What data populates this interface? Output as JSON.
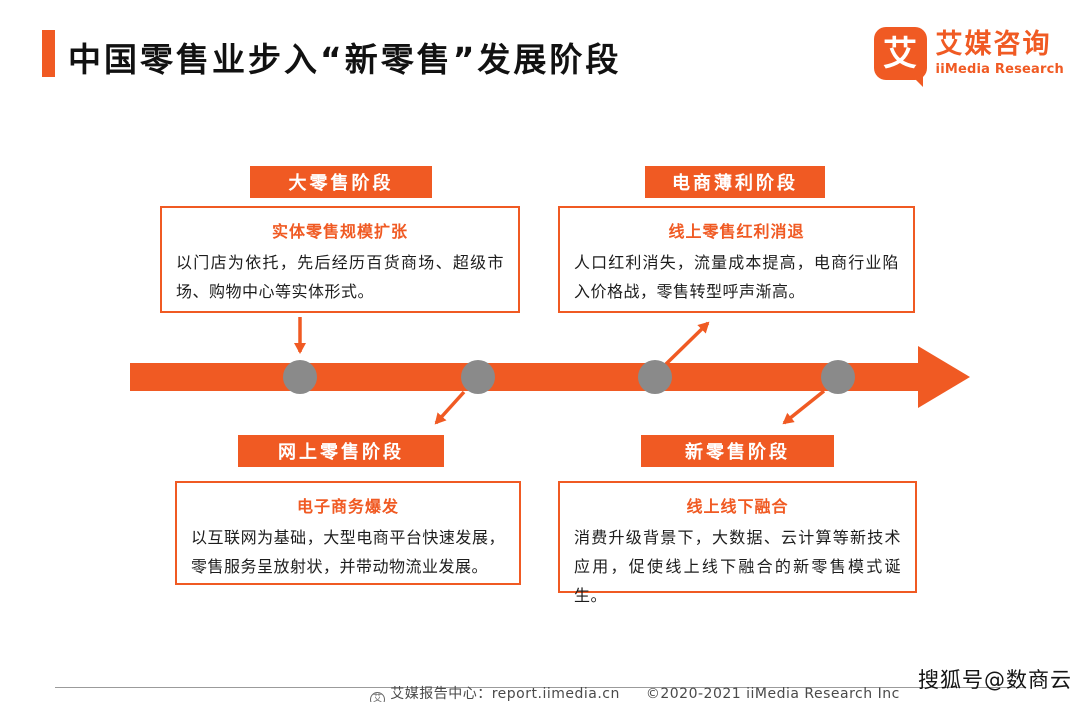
{
  "colors": {
    "accent": "#F05A23",
    "node": "#8A8A8A",
    "ink": "#111111",
    "muted": "#4A4A4A",
    "line": "#9B9B9B"
  },
  "header": {
    "title": "中国零售业步入“新零售”发展阶段"
  },
  "logo": {
    "glyph": "艾",
    "name_cn": "艾媒咨询",
    "name_en": "iiMedia Research"
  },
  "stages": [
    {
      "label": "大零售阶段",
      "card_title": "实体零售规模扩张",
      "card_body": "以门店为依托，先后经历百货商场、超级市场、购物中心等实体形式。"
    },
    {
      "label": "电商薄利阶段",
      "card_title": "线上零售红利消退",
      "card_body": "人口红利消失，流量成本提高，电商行业陷入价格战，零售转型呼声渐高。"
    },
    {
      "label": "网上零售阶段",
      "card_title": "电子商务爆发",
      "card_body": "以互联网为基础，大型电商平台快速发展，零售服务呈放射状，并带动物流业发展。"
    },
    {
      "label": "新零售阶段",
      "card_title": "线上线下融合",
      "card_body": "消费升级背景下，大数据、云计算等新技术应用，促使线上线下融合的新零售模式诞生。"
    }
  ],
  "footer": {
    "report_center": "艾媒报告中心：report.iimedia.cn",
    "copyright": "©2020-2021 iiMedia Research Inc",
    "watermark": "搜狐号@数商云"
  }
}
